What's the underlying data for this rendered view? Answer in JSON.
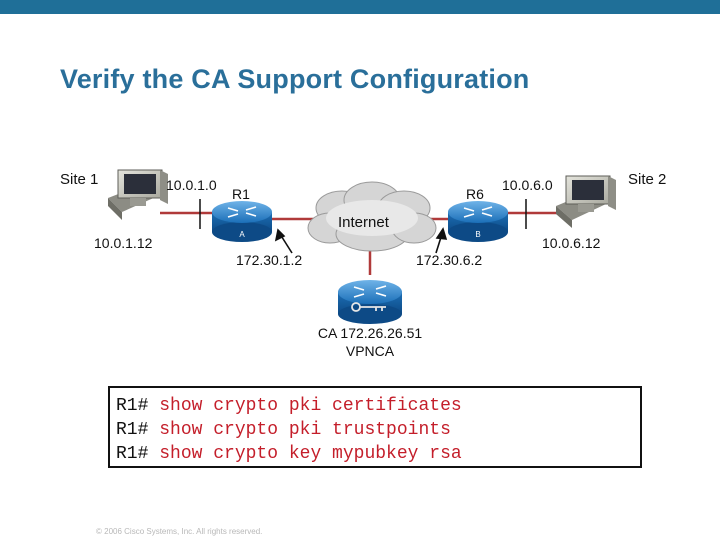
{
  "slide": {
    "title": "Verify the CA Support Configuration",
    "footer": "© 2006 Cisco Systems, Inc. All rights reserved.",
    "colors": {
      "top_bar": "#1f6f98",
      "title": "#2a6f9a",
      "command_text": "#c41e2a",
      "link_line": "#b03a3a"
    }
  },
  "diagram": {
    "site1": {
      "label": "Site 1",
      "network": "10.0.1.0",
      "host_ip": "10.0.1.12",
      "icon": "workstation-icon"
    },
    "site2": {
      "label": "Site 2",
      "network": "10.0.6.0",
      "host_ip": "10.0.6.12",
      "icon": "workstation-icon"
    },
    "r1": {
      "label": "R1",
      "badge": "A",
      "wan_ip": "172.30.1.2",
      "icon": "router-icon"
    },
    "r6": {
      "label": "R6",
      "badge": "B",
      "wan_ip": "172.30.6.2",
      "icon": "router-icon"
    },
    "internet": {
      "label": "Internet",
      "icon": "cloud-icon"
    },
    "ca": {
      "label": "CA 172.26.26.51",
      "name": "VPNCA",
      "icon": "key-router-icon"
    }
  },
  "commands": [
    {
      "prompt": "R1#",
      "command": "show crypto pki certificates"
    },
    {
      "prompt": "R1#",
      "command": "show crypto pki trustpoints"
    },
    {
      "prompt": "R1#",
      "command": "show crypto key mypubkey rsa"
    }
  ]
}
